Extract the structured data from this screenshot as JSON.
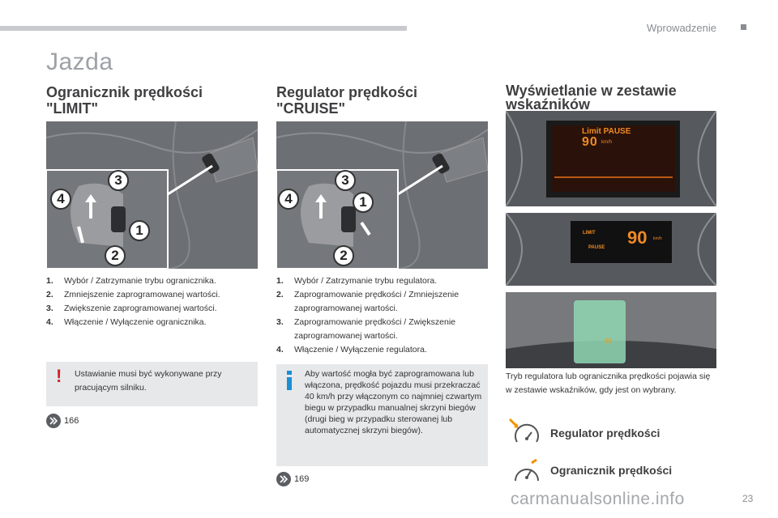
{
  "header": {
    "section": "Wprowadzenie"
  },
  "page": {
    "title": "Jazda",
    "number": "23"
  },
  "limit": {
    "heading_line1": "Ogranicznik prędkości",
    "heading_line2": "\"LIMIT\"",
    "items": [
      {
        "num": "1.",
        "text": "Wybór / Zatrzymanie trybu ogranicznika."
      },
      {
        "num": "2.",
        "text": "Zmniejszenie zaprogramowanej wartości."
      },
      {
        "num": "3.",
        "text": "Zwiększenie zaprogramowanej wartości."
      },
      {
        "num": "4.",
        "text": "Włączenie / Wyłączenie ogranicznika."
      }
    ],
    "warning": "Ustawianie musi być wykonywane przy pracującym silniku.",
    "ref": "166"
  },
  "cruise": {
    "heading_line1": "Regulator prędkości",
    "heading_line2": "\"CRUISE\"",
    "items": [
      {
        "num": "1.",
        "text": "Wybór / Zatrzymanie trybu regulatora."
      },
      {
        "num": "2.",
        "text": "Zaprogramowanie prędkości / Zmniejszenie zaprogramowanej wartości."
      },
      {
        "num": "3.",
        "text": "Zaprogramowanie prędkości / Zwiększenie zaprogramowanej wartości."
      },
      {
        "num": "4.",
        "text": "Włączenie / Wyłączenie regulatora."
      }
    ],
    "info": "Aby wartość mogła być zaprogramowana lub włączona, prędkość pojazdu musi przekraczać 40 km/h przy włączonym co najmniej czwartym biegu w przypadku manualnej skrzyni biegów (drugi bieg w przypadku sterowanej lub automatycznej skrzyni biegów).",
    "ref": "169"
  },
  "display": {
    "heading_line1": "Wyświetlanie w zestawie",
    "heading_line2": "wskaźników",
    "screen1": {
      "mode": "Limit PAUSE",
      "speed": "90",
      "unit": "km/h"
    },
    "screen2": {
      "mode_top": "LIMIT",
      "mode_bottom": "PAUSE",
      "speed": "90",
      "unit": "km/h"
    },
    "screen3": {
      "speed": "90"
    },
    "caption": "Tryb regulatora lub ogranicznika prędkości pojawia się w zestawie wskaźników, gdy jest on wybrany.",
    "cruise_label": "Regulator prędkości",
    "limit_label": "Ogranicznik prędkości"
  },
  "callouts": {
    "n1": "1",
    "n2": "2",
    "n3": "3",
    "n4": "4"
  },
  "watermark": "carmanualsonline.info",
  "colors": {
    "warning": "#d3202a",
    "info": "#1a8fd6",
    "accent": "#f39200"
  }
}
